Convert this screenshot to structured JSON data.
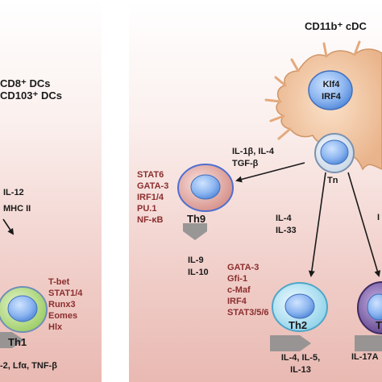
{
  "left_panel": {
    "dc_lines": [
      "CD8⁺ DCs",
      "CD103⁺ DCs"
    ],
    "signals": [
      "IL-12",
      "MHC II"
    ],
    "factors": [
      "T-bet",
      "STAT1/4",
      "Runx3",
      "Eomes",
      "Hlx"
    ],
    "cell_label": "Th1",
    "cytokines": "-2, Lfα, TNF-β"
  },
  "right_panel": {
    "dc_title": "CD11b⁺ cDC",
    "dc_factors": [
      "Klf4",
      "IRF4"
    ],
    "naive_label": "Tn",
    "th9": {
      "signals": [
        "IL-1β, IL-4",
        "TGF-β"
      ],
      "factors": [
        "STAT6",
        "GATA-3",
        "IRF1/4",
        "PU.1",
        "NF-κB"
      ],
      "label": "Th9",
      "cytokines": [
        "IL-9",
        "IL-10"
      ]
    },
    "th2": {
      "signals": [
        "IL-4",
        "IL-33"
      ],
      "factors": [
        "GATA-3",
        "Gfi-1",
        "c-Maf",
        "IRF4",
        "STAT3/5/6"
      ],
      "label": "Th2",
      "cytokines": [
        "IL-4, IL-5,",
        "IL-13"
      ]
    },
    "th17": {
      "signal_fragment": "I",
      "label": "T",
      "cytokines": [
        "IL-17A"
      ]
    }
  },
  "colors": {
    "factor_text": "#8b2e2e",
    "arrow": "#1a1a1a",
    "dc_body": "#f2c9a7",
    "nucleus": "#4f86d8",
    "th1": "#b9dc8f",
    "th2": "#bfe6f3",
    "th9": "#e7b6b1",
    "th17": "#7b5fa3",
    "output_arrow": "#8f8f8f"
  }
}
